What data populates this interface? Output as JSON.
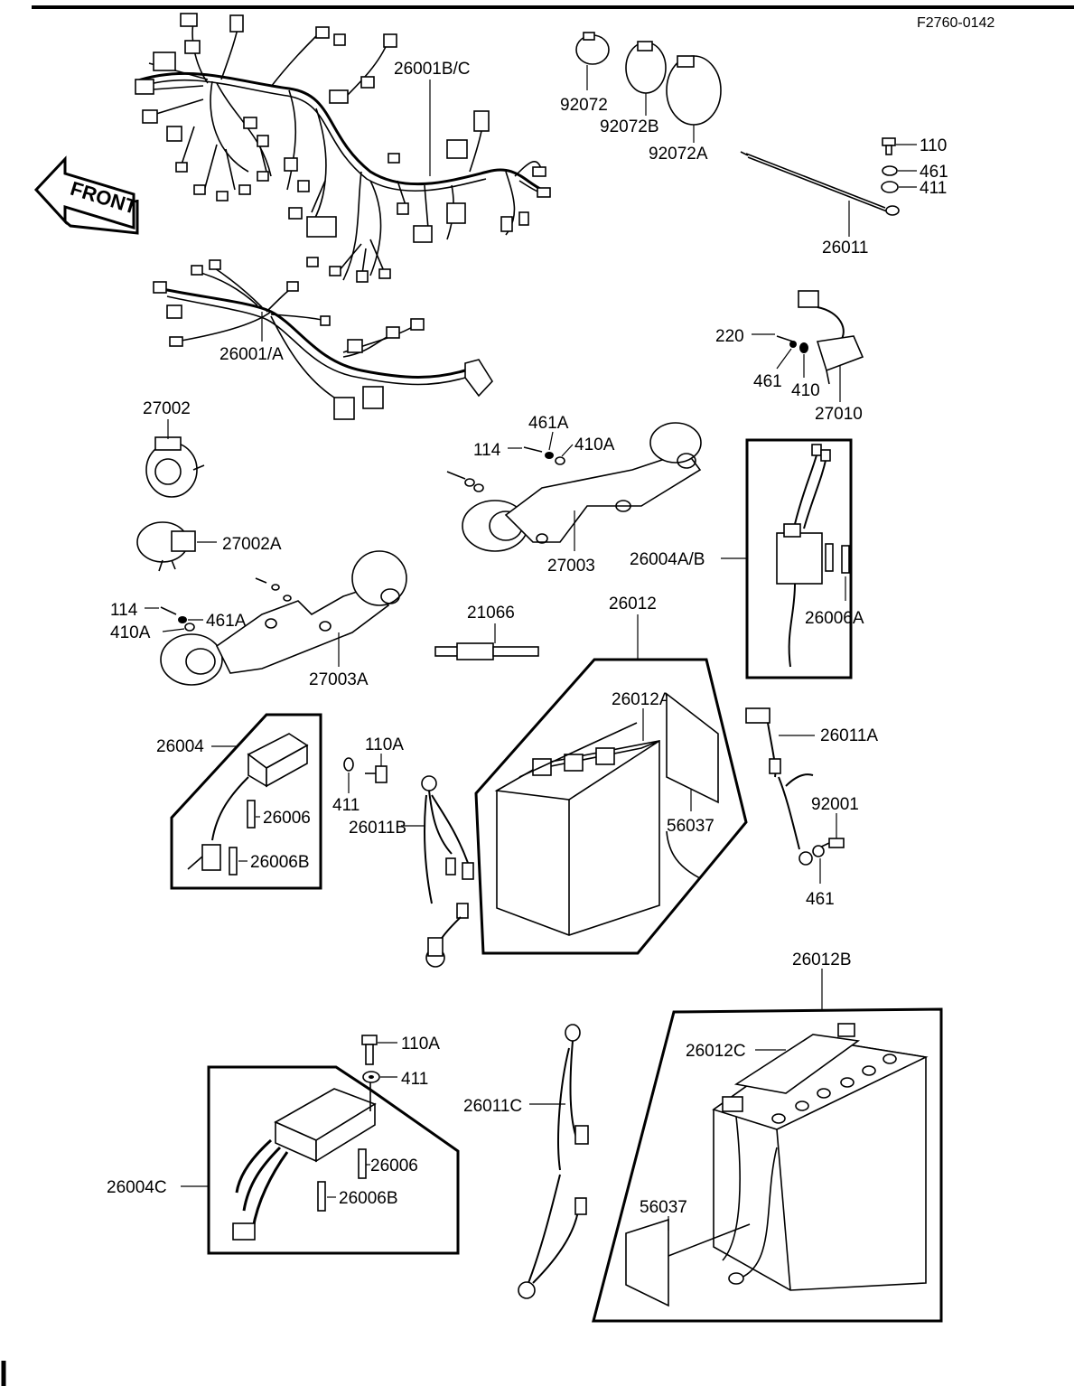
{
  "diagram_code": "F2760-0142",
  "front_label": "FRONT",
  "labels": {
    "l_26001bc": "26001B/C",
    "l_92072": "92072",
    "l_92072b": "92072B",
    "l_92072a": "92072A",
    "l_110": "110",
    "l_461_top": "461",
    "l_411_top": "411",
    "l_26011": "26011",
    "l_26001a": "26001/A",
    "l_220": "220",
    "l_461_220": "461",
    "l_410": "410",
    "l_27010": "27010",
    "l_27002": "27002",
    "l_461a_top": "461A",
    "l_114_top": "114",
    "l_410a_top": "410A",
    "l_27003": "27003",
    "l_26004ab": "26004A/B",
    "l_26006a": "26006A",
    "l_27002a": "27002A",
    "l_114_low": "114",
    "l_461a_low": "461A",
    "l_410a_low": "410A",
    "l_27003a": "27003A",
    "l_21066": "21066",
    "l_26012": "26012",
    "l_26012a": "26012A",
    "l_26011a": "26011A",
    "l_26004": "26004",
    "l_110a_mid": "110A",
    "l_411_mid": "411",
    "l_26006_mid": "26006",
    "l_26011b": "26011B",
    "l_26006b_mid": "26006B",
    "l_56037_mid": "56037",
    "l_92001": "92001",
    "l_461_low": "461",
    "l_26012b": "26012B",
    "l_110a_low": "110A",
    "l_411_low": "411",
    "l_26012c": "26012C",
    "l_26011c": "26011C",
    "l_26006_low": "26006",
    "l_26004c": "26004C",
    "l_26006b_low": "26006B",
    "l_56037_low": "56037"
  }
}
